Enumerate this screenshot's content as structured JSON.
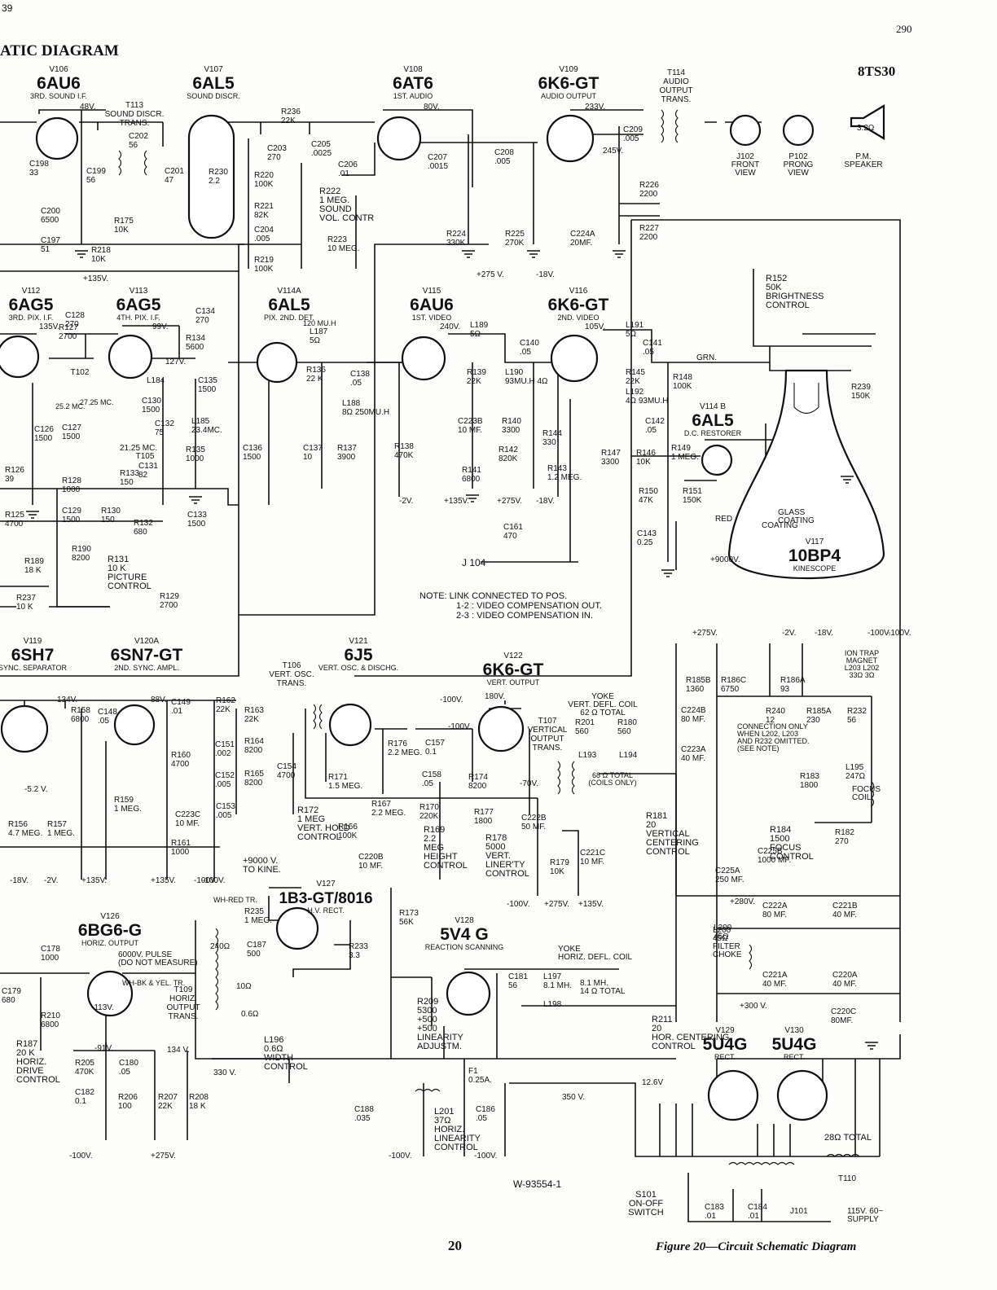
{
  "header": {
    "page_top_left": "39",
    "title_fragment": "ATIC DIAGRAM",
    "page_number": "290",
    "model": "8TS30"
  },
  "tubes": [
    {
      "ref": "V106",
      "type": "6AU6",
      "function": "3RD. SOUND I.F."
    },
    {
      "ref": "V107",
      "type": "6AL5",
      "function": "SOUND DISCR."
    },
    {
      "ref": "V108",
      "type": "6AT6",
      "function": "1ST. AUDIO"
    },
    {
      "ref": "V109",
      "type": "6K6-GT",
      "function": "AUDIO OUTPUT"
    },
    {
      "ref": "V112",
      "type": "6AG5",
      "function": "3RD. PIX. I.F."
    },
    {
      "ref": "V113",
      "type": "6AG5",
      "function": "4TH. PIX. I.F."
    },
    {
      "ref": "V114A",
      "type": "6AL5",
      "function": "PIX. 2ND. DET."
    },
    {
      "ref": "V115",
      "type": "6AU6",
      "function": "1ST. VIDEO"
    },
    {
      "ref": "V116",
      "type": "6K6-GT",
      "function": "2ND. VIDEO"
    },
    {
      "ref": "V114 B",
      "type": "6AL5",
      "function": "D.C. RESTORER"
    },
    {
      "ref": "V117",
      "type": "10BP4",
      "function": "KINESCOPE"
    },
    {
      "ref": "V119",
      "type": "6SH7",
      "function": "SYNC. SEPARATOR"
    },
    {
      "ref": "V120A",
      "type": "6SN7-GT",
      "function": "2ND. SYNC. AMPL."
    },
    {
      "ref": "V121",
      "type": "6J5",
      "function": "VERT. OSC. & DISCHG."
    },
    {
      "ref": "V122",
      "type": "6K6-GT",
      "function": "VERT. OUTPUT"
    },
    {
      "ref": "V127",
      "type": "1B3-GT/8016",
      "function": "H.V. RECT."
    },
    {
      "ref": "V126",
      "type": "6BG6-G",
      "function": "HORIZ. OUTPUT"
    },
    {
      "ref": "V128",
      "type": "5V4 G",
      "function": "REACTION SCANNING"
    },
    {
      "ref": "V129",
      "type": "5U4G",
      "function": "RECT."
    },
    {
      "ref": "V130",
      "type": "5U4G",
      "function": "RECT."
    }
  ],
  "transformers": [
    {
      "ref": "T113",
      "lines": [
        "T113",
        "SOUND DISCR.",
        "TRANS."
      ]
    },
    {
      "ref": "T114",
      "lines": [
        "T114",
        "AUDIO",
        "OUTPUT",
        "TRANS."
      ]
    },
    {
      "ref": "T106",
      "lines": [
        "T106",
        "VERT. OSC.",
        "TRANS."
      ]
    },
    {
      "ref": "T107",
      "lines": [
        "T107",
        "VERTICAL",
        "OUTPUT",
        "TRANS."
      ]
    },
    {
      "ref": "T109",
      "lines": [
        "T109",
        "HORIZ.",
        "OUTPUT",
        "TRANS."
      ]
    },
    {
      "ref": "T105",
      "lines": [
        "T105"
      ]
    },
    {
      "ref": "T102",
      "lines": [
        "T102"
      ]
    },
    {
      "ref": "T110",
      "lines": [
        "T110"
      ]
    }
  ],
  "controls": [
    {
      "ref": "R222",
      "lines": [
        "R222",
        "1 MEG.",
        "SOUND",
        "VOL. CONTR"
      ]
    },
    {
      "ref": "R152",
      "lines": [
        "R152",
        "50K",
        "BRIGHTNESS",
        "CONTROL"
      ]
    },
    {
      "ref": "R131",
      "lines": [
        "R131",
        "10 K",
        "PICTURE",
        "CONTROL"
      ]
    },
    {
      "ref": "R172",
      "lines": [
        "R172",
        "1 MEG",
        "VERT. HOLD",
        "CONTROL"
      ]
    },
    {
      "ref": "R169",
      "lines": [
        "R169",
        "2.2",
        "MEG",
        "HEIGHT",
        "CONTROL"
      ]
    },
    {
      "ref": "R178",
      "lines": [
        "R178",
        "5000",
        "VERT.",
        "LINER'TY",
        "CONTROL"
      ]
    },
    {
      "ref": "R181",
      "lines": [
        "R181",
        "20",
        "VERTICAL",
        "CENTERING",
        "CONTROL"
      ]
    },
    {
      "ref": "R184",
      "lines": [
        "R184",
        "1500",
        "FOCUS",
        "CONTROL"
      ]
    },
    {
      "ref": "R211",
      "lines": [
        "R211",
        "20",
        "HOR. CENTERING",
        "CONTROL"
      ]
    },
    {
      "ref": "R209",
      "lines": [
        "R209",
        "5300",
        "+500",
        "+500",
        "LINEARITY",
        "ADJUSTM."
      ]
    },
    {
      "ref": "L201",
      "lines": [
        "L201",
        "37Ω",
        "HORIZ.",
        "LINEARITY",
        "CONTROL"
      ]
    },
    {
      "ref": "L196",
      "lines": [
        "L196",
        "0.6Ω",
        "WIDTH",
        "CONTROL"
      ]
    },
    {
      "ref": "R187",
      "lines": [
        "R187",
        "20 K",
        "HORIZ.",
        "DRIVE",
        "CONTROL"
      ]
    }
  ],
  "parts_sound": [
    {
      "ref": "R236",
      "value": "22K"
    },
    {
      "ref": "C203",
      "value": "270"
    },
    {
      "ref": "C205",
      "value": ".0025"
    },
    {
      "ref": "C206",
      "value": ".01"
    },
    {
      "ref": "R220",
      "value": "100K"
    },
    {
      "ref": "R221",
      "value": "82K"
    },
    {
      "ref": "R230",
      "value": "2.2"
    },
    {
      "ref": "C204",
      "value": ".005"
    },
    {
      "ref": "R219",
      "value": "100K"
    },
    {
      "ref": "R223",
      "value": "10 MEG."
    },
    {
      "ref": "C202",
      "value": "56"
    },
    {
      "ref": "C199",
      "value": "56"
    },
    {
      "ref": "C201",
      "value": "47"
    },
    {
      "ref": "R175",
      "value": "10K"
    },
    {
      "ref": "R218",
      "value": "10K"
    },
    {
      "ref": "C200",
      "value": "6500"
    },
    {
      "ref": "C197",
      "value": "51"
    },
    {
      "ref": "C198",
      "value": "33"
    },
    {
      "ref": "C207",
      "value": ".0015"
    },
    {
      "ref": "C208",
      "value": ".005"
    },
    {
      "ref": "R224",
      "value": "330K"
    },
    {
      "ref": "R225",
      "value": "270K"
    },
    {
      "ref": "C224A",
      "value": "20MF."
    },
    {
      "ref": "C209",
      "value": ".005"
    },
    {
      "ref": "R226",
      "value": "2200"
    },
    {
      "ref": "R227",
      "value": "2200"
    }
  ],
  "parts_video": [
    {
      "ref": "C128",
      "value": "270"
    },
    {
      "ref": "R127",
      "value": "2700"
    },
    {
      "ref": "C134",
      "value": "270"
    },
    {
      "ref": "R134",
      "value": "5600"
    },
    {
      "ref": "C135",
      "value": "1500"
    },
    {
      "ref": "L184",
      "value": ""
    },
    {
      "ref": "L185",
      "value": "23.4MC."
    },
    {
      "ref": "C130",
      "value": "1500"
    },
    {
      "ref": "C132",
      "value": "75"
    },
    {
      "ref": "C131",
      "value": "82"
    },
    {
      "ref": "R133",
      "value": "150"
    },
    {
      "ref": "R135",
      "value": "1000"
    },
    {
      "ref": "C126",
      "value": "1500"
    },
    {
      "ref": "C127",
      "value": "1500"
    },
    {
      "ref": "R126",
      "value": "39"
    },
    {
      "ref": "R128",
      "value": "1000"
    },
    {
      "ref": "C129",
      "value": "1500"
    },
    {
      "ref": "R130",
      "value": "150"
    },
    {
      "ref": "C133",
      "value": "1500"
    },
    {
      "ref": "R132",
      "value": "680"
    },
    {
      "ref": "R125",
      "value": "4700"
    },
    {
      "ref": "R190",
      "value": "8200"
    },
    {
      "ref": "R189",
      "value": "18 K"
    },
    {
      "ref": "R237",
      "value": "10 K"
    },
    {
      "ref": "R129",
      "value": "2700"
    },
    {
      "ref": "L187",
      "value": "5Ω"
    },
    {
      "ref": "R136",
      "value": "22 K"
    },
    {
      "ref": "C138",
      "value": ".05"
    },
    {
      "ref": "L188",
      "value": "8Ω 250MU.H"
    },
    {
      "ref": "C136",
      "value": "1500"
    },
    {
      "ref": "C137",
      "value": "10"
    },
    {
      "ref": "R137",
      "value": "3900"
    },
    {
      "ref": "L189",
      "value": "5Ω"
    },
    {
      "ref": "R139",
      "value": "22K"
    },
    {
      "ref": "L190",
      "value": "93MU.H 4Ω"
    },
    {
      "ref": "C140",
      "value": ".05"
    },
    {
      "ref": "R138",
      "value": "470K"
    },
    {
      "ref": "C223B",
      "value": "10 MF."
    },
    {
      "ref": "R140",
      "value": "3300"
    },
    {
      "ref": "R142",
      "value": "820K"
    },
    {
      "ref": "R141",
      "value": "6800"
    },
    {
      "ref": "R143",
      "value": "1.2 MEG."
    },
    {
      "ref": "R144",
      "value": "330"
    },
    {
      "ref": "L191",
      "value": "5Ω"
    },
    {
      "ref": "R145",
      "value": "22K"
    },
    {
      "ref": "L192",
      "value": "4Ω 93MU.H"
    },
    {
      "ref": "C141",
      "value": ".05"
    },
    {
      "ref": "C142",
      "value": ".05"
    },
    {
      "ref": "R148",
      "value": "100K"
    },
    {
      "ref": "R147",
      "value": "3300"
    },
    {
      "ref": "R146",
      "value": "10K"
    },
    {
      "ref": "R149",
      "value": "1 MEG."
    },
    {
      "ref": "R150",
      "value": "47K"
    },
    {
      "ref": "R151",
      "value": "150K"
    },
    {
      "ref": "C143",
      "value": "0.25"
    },
    {
      "ref": "R239",
      "value": "150K"
    },
    {
      "ref": "C161",
      "value": "470"
    }
  ],
  "parts_deflection": [
    {
      "ref": "R158",
      "value": "6800"
    },
    {
      "ref": "C148",
      "value": ".05"
    },
    {
      "ref": "C149",
      "value": ".01"
    },
    {
      "ref": "R160",
      "value": "4700"
    },
    {
      "ref": "R159",
      "value": "1 MEG."
    },
    {
      "ref": "C223C",
      "value": "10 MF."
    },
    {
      "ref": "R161",
      "value": "1000"
    },
    {
      "ref": "R156",
      "value": "4.7 MEG."
    },
    {
      "ref": "R157",
      "value": "1 MEG."
    },
    {
      "ref": "R162",
      "value": "22K"
    },
    {
      "ref": "R163",
      "value": "22K"
    },
    {
      "ref": "C151",
      "value": ".002"
    },
    {
      "ref": "R164",
      "value": "8200"
    },
    {
      "ref": "C152",
      "value": ".005"
    },
    {
      "ref": "R165",
      "value": "8200"
    },
    {
      "ref": "C153",
      "value": ".005"
    },
    {
      "ref": "C154",
      "value": "4700"
    },
    {
      "ref": "R171",
      "value": "1.5 MEG."
    },
    {
      "ref": "R176",
      "value": "2.2 MEG."
    },
    {
      "ref": "C157",
      "value": "0.1"
    },
    {
      "ref": "C158",
      "value": ".05"
    },
    {
      "ref": "R167",
      "value": "2.2 MEG."
    },
    {
      "ref": "R170",
      "value": "220K"
    },
    {
      "ref": "R166",
      "value": "100K"
    },
    {
      "ref": "C220B",
      "value": "10 MF."
    },
    {
      "ref": "R174",
      "value": "8200"
    },
    {
      "ref": "R177",
      "value": "1800"
    },
    {
      "ref": "C222B",
      "value": "50 MF."
    },
    {
      "ref": "R179",
      "value": "10K"
    },
    {
      "ref": "C221C",
      "value": "10 MF."
    },
    {
      "ref": "R201",
      "value": "560"
    },
    {
      "ref": "R180",
      "value": "560"
    },
    {
      "ref": "L193",
      "value": ""
    },
    {
      "ref": "L194",
      "value": ""
    },
    {
      "ref": "R185B",
      "value": "1360"
    },
    {
      "ref": "R186C",
      "value": "6750"
    },
    {
      "ref": "R186A",
      "value": "93"
    },
    {
      "ref": "R240",
      "value": "12"
    },
    {
      "ref": "R185A",
      "value": "230"
    },
    {
      "ref": "R232",
      "value": "56"
    },
    {
      "ref": "C224B",
      "value": "80 MF."
    },
    {
      "ref": "C223A",
      "value": "40 MF."
    },
    {
      "ref": "R183",
      "value": "1800"
    },
    {
      "ref": "L195",
      "value": "247Ω"
    },
    {
      "ref": "R182",
      "value": "270"
    },
    {
      "ref": "C225B",
      "value": "1000 MF."
    },
    {
      "ref": "C225A",
      "value": "250 MF."
    },
    {
      "ref": "R235",
      "value": "1 MEG."
    },
    {
      "ref": "C187",
      "value": "500"
    },
    {
      "ref": "R233",
      "value": "3.3"
    },
    {
      "ref": "R173",
      "value": "56K"
    },
    {
      "ref": "C181",
      "value": "56"
    },
    {
      "ref": "L197",
      "value": "8.1 MH."
    },
    {
      "ref": "L198",
      "value": ""
    },
    {
      "ref": "C178",
      "value": "1000"
    },
    {
      "ref": "C179",
      "value": "680"
    },
    {
      "ref": "R210",
      "value": "6800"
    },
    {
      "ref": "R205",
      "value": "470K"
    },
    {
      "ref": "C180",
      "value": ".05"
    },
    {
      "ref": "C182",
      "value": "0.1"
    },
    {
      "ref": "R206",
      "value": "100"
    },
    {
      "ref": "R207",
      "value": "22K"
    },
    {
      "ref": "R208",
      "value": "18 K"
    },
    {
      "ref": "C188",
      "value": ".035"
    },
    {
      "ref": "C186",
      "value": ".05"
    },
    {
      "ref": "F1",
      "value": "0.25A."
    },
    {
      "ref": "L200",
      "value": "45Ω"
    },
    {
      "ref": "C222A",
      "value": "80 MF."
    },
    {
      "ref": "C221B",
      "value": "40 MF."
    },
    {
      "ref": "C221A",
      "value": "40 MF."
    },
    {
      "ref": "C220A",
      "value": "40 MF."
    },
    {
      "ref": "C220C",
      "value": "80MF."
    },
    {
      "ref": "C183",
      "value": ".01"
    },
    {
      "ref": "C184",
      "value": ".01"
    }
  ],
  "labels": {
    "t113_freq_a": "25.2 MC.",
    "t113_freq_b": "27.25 MC.",
    "t105_freq": "21.25 MC.",
    "mu_h_120": "120 MU.H",
    "yoke_vert": [
      "YOKE",
      "VERT. DEFL. COIL",
      "62 Ω TOTAL"
    ],
    "yoke_vert_coils": [
      "68 Ω TOTAL",
      "(COILS ONLY)"
    ],
    "yoke_horiz": [
      "YOKE",
      "HORIZ. DEFL. COIL"
    ],
    "yoke_horiz_total": [
      "8.1 MH.",
      "14 Ω TOTAL"
    ],
    "ion_trap": [
      "ION TRAP",
      "MAGNET",
      "L203  L202",
      "33Ω  3Ω"
    ],
    "connection_note": [
      "CONNECTION ONLY",
      "WHEN L202, L203",
      "AND R232 OMITTED.",
      "(SEE NOTE)"
    ],
    "focus_coil": [
      "FOCUS",
      "COIL"
    ],
    "filter_choke": [
      "L200",
      "45Ω",
      "FILTER",
      "CHOKE"
    ],
    "pulse_note": [
      "6000V. PULSE",
      "(DO NOT MEASURE)"
    ],
    "kine_feed": [
      "+9000 V.",
      "TO KINE."
    ],
    "speaker": [
      "3.2Ω",
      "P.M.",
      "SPEAKER"
    ],
    "j102": [
      "J102",
      "FRONT",
      "VIEW"
    ],
    "p102": [
      "P102",
      "PRONG",
      "VIEW"
    ],
    "j104": "J 104",
    "note": [
      "NOTE: LINK CONNECTED TO POS.",
      "1-2 : VIDEO COMPENSATION OUT.",
      "2-3 : VIDEO COMPENSATION IN."
    ],
    "kinescope_parts": [
      "GLASS",
      "COATING",
      "COATING",
      "RED",
      "GRN."
    ],
    "switch": [
      "S101",
      "ON-OFF",
      "SWITCH"
    ],
    "supply": [
      "J101",
      "115V. 60~",
      "SUPPLY"
    ],
    "rect_total": "28Ω TOTAL",
    "drawing_number": "W-93554-1",
    "hv_wire": "WH-RED TR.",
    "t109_wire": "WH-BK & YEL. TR.",
    "t109_ohms": [
      "240Ω",
      "10Ω",
      "0.6Ω",
      "330 V."
    ]
  },
  "voltages": [
    "48V.",
    "80V.",
    "233V.",
    "245V.",
    "135V.",
    "99V.",
    "127V.",
    "240V.",
    "105V.",
    "+275 V.",
    "-18V.",
    "+135V.",
    "-2V.",
    "+275V.",
    "-18V.",
    "+135V.",
    "+9000V.",
    "-100V.",
    "+275V.",
    "+135V.",
    "-2V.",
    "-18V.",
    "-100V.",
    "134V.",
    "88V.",
    "-5.2 V.",
    "-18V.",
    "-2V.",
    "+135V.",
    "+135V.",
    "-100V.",
    "-100V.",
    "180V.",
    "-100V.",
    "-70V.",
    "+280V.",
    "+300 V.",
    "134 V.",
    "-113V.",
    "-91V.",
    "-100V.",
    "+275V.",
    "350 V.",
    "12.6V",
    "-100V.",
    "-100V.",
    "-100V.",
    "+275V.",
    "-100V."
  ],
  "footer": {
    "page": "20",
    "caption": "Figure 20—Circuit Schematic Diagram"
  },
  "colors": {
    "ink": "#111111",
    "paper": "#fdfdfb"
  }
}
